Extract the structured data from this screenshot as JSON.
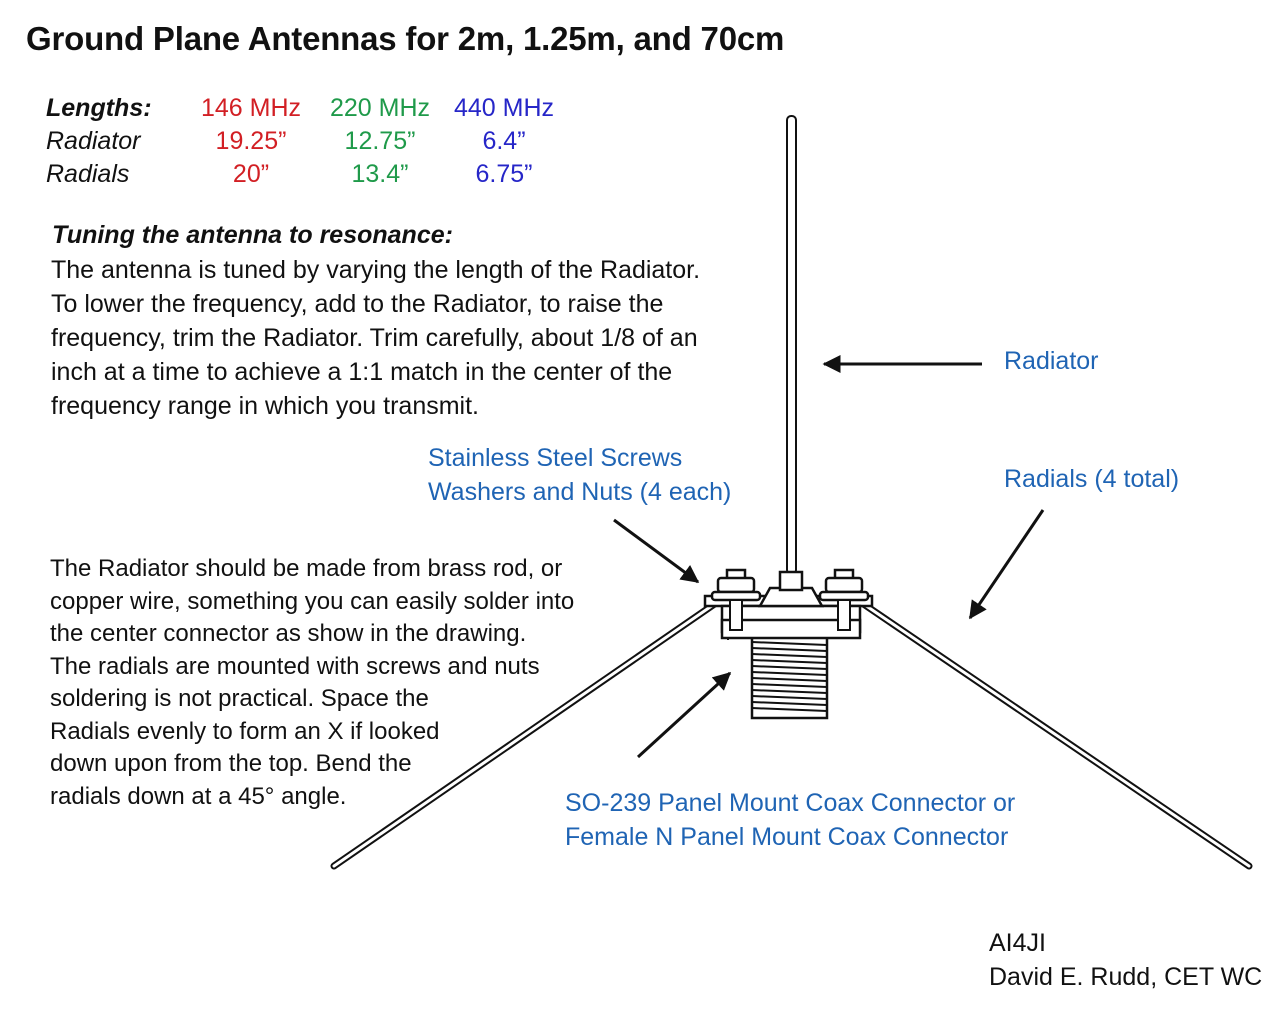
{
  "title": "Ground Plane Antennas for 2m, 1.25m, and 70cm",
  "lengths_table": {
    "header_label": "Lengths:",
    "bands": [
      {
        "freq": "146 MHz",
        "color": "#d21f24",
        "radiator": "19.25”",
        "radials": "20”"
      },
      {
        "freq": "220 MHz",
        "color": "#1f9a4a",
        "radiator": "12.75”",
        "radials": "13.4”"
      },
      {
        "freq": "440 MHz",
        "color": "#2626c8",
        "radiator": "6.4”",
        "radials": "6.75”"
      }
    ],
    "row_labels": {
      "radiator": "Radiator",
      "radials": "Radials"
    }
  },
  "tuning": {
    "heading": "Tuning the antenna to resonance:",
    "lines": [
      "The antenna is tuned by varying the length of the Radiator.",
      "To lower the frequency, add to the Radiator, to raise the",
      "frequency, trim the Radiator.  Trim carefully, about 1/8 of an",
      "inch at a time to achieve a 1:1 match in the center of the",
      "frequency range in which you transmit."
    ]
  },
  "construction_note": {
    "lines": [
      "The Radiator should be made from brass rod, or",
      "copper wire, something you can easily solder into",
      "the center connector as show in the drawing.",
      "The radials are mounted with screws and nuts",
      "soldering is not practical.  Space the",
      "Radials evenly to form an X if looked",
      "down upon from the top.  Bend the",
      "radials down at a 45° angle."
    ]
  },
  "callouts": {
    "color": "#1f64b4",
    "radiator": "Radiator",
    "screws": [
      "Stainless Steel Screws",
      "Washers and Nuts (4 each)"
    ],
    "radials": "Radials (4 total)",
    "connector": [
      "SO-239 Panel Mount Coax Connector or",
      "Female N Panel Mount Coax Connector"
    ]
  },
  "signature": {
    "callsign": "AI4JI",
    "author": "David E. Rudd, CET WC"
  }
}
